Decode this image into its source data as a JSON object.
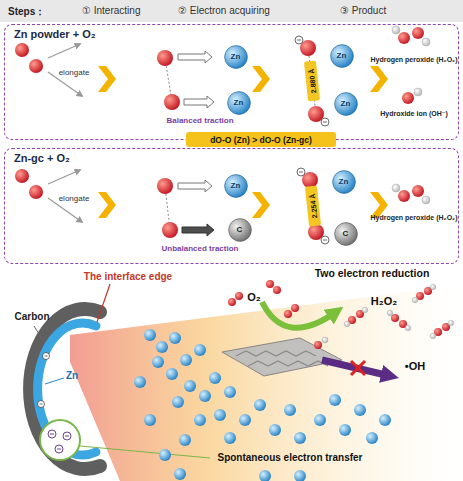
{
  "diagram": {
    "nodes": [
      {
        "text": [
          "Steps：",
          "① Interacting",
          "② Electron acquiring",
          "③ Product"
        ]
      },
      {
        "text": [
          "Zn powder + O₂"
        ]
      },
      {
        "text": [
          "Zn"
        ],
        "in": 1
      },
      {
        "text": [
          "Zn"
        ],
        "in": 1
      },
      {
        "text": [
          "2.880 Å"
        ],
        "in": 1
      },
      {
        "text": [
          "Zn"
        ],
        "in": 1
      },
      {
        "text": [
          "Zn"
        ],
        "in": 1
      },
      {
        "text": [
          "dO-O (Zn) > dO-O (Zn-gc)"
        ]
      },
      {
        "text": [
          "Zn-gc + O₂"
        ]
      },
      {
        "text": [
          "Zn"
        ],
        "in": 8
      },
      {
        "text": [
          "C"
        ],
        "in": 8
      },
      {
        "text": [
          "2.254 Å"
        ],
        "in": 8
      },
      {
        "text": [
          "Zn"
        ],
        "in": 8
      },
      {
        "text": [
          "C"
        ],
        "in": 8
      }
    ],
    "labels": [
      "elongate",
      "Balanced traction",
      "Hydrogen peroxide (H₂O₂)",
      "Hydroxide ion (OH⁻)",
      "elongate",
      "Unbalanced traction",
      "Hydrogen peroxide (H₂O₂)",
      "The interface edge",
      "Two electron reduction",
      "O₂",
      "H₂O₂",
      "Carbon",
      "Zn",
      "•OH",
      "Spontaneous electron transfer"
    ]
  }
}
